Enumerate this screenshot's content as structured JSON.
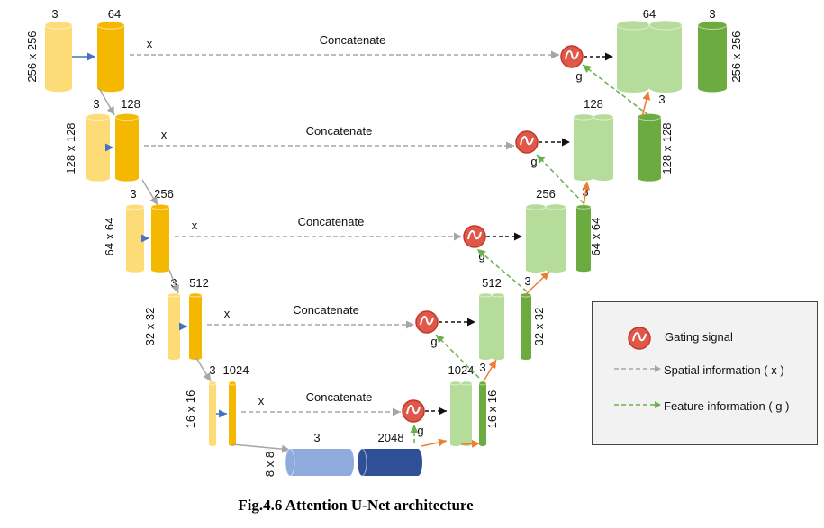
{
  "title": "Attention U-Net architecture",
  "caption": "Fig.4.6 Attention U-Net architecture",
  "levels": [
    {
      "size": "256 x 256",
      "in_ch": "3",
      "enc_ch": "64",
      "skip": "x",
      "concat": "Concatenate",
      "gate": "g",
      "dec_up_ch": "64",
      "dec_out_ch": "3"
    },
    {
      "size": "128 x 128",
      "in_ch": "3",
      "enc_ch": "128",
      "skip": "x",
      "concat": "Concatenate",
      "gate": "g",
      "dec_up_ch": "128",
      "dec_out_ch": "3"
    },
    {
      "size": "64 x 64",
      "in_ch": "3",
      "enc_ch": "256",
      "skip": "x",
      "concat": "Concatenate",
      "gate": "g",
      "dec_up_ch": "256",
      "dec_out_ch": "3"
    },
    {
      "size": "32 x 32",
      "in_ch": "3",
      "enc_ch": "512",
      "skip": "x",
      "concat": "Concatenate",
      "gate": "g",
      "dec_up_ch": "512",
      "dec_out_ch": "3"
    },
    {
      "size": "16 x 16",
      "in_ch": "3",
      "enc_ch": "1024",
      "skip": "x",
      "concat": "Concatenate",
      "gate": "g",
      "dec_up_ch": "1024",
      "dec_out_ch": "3"
    }
  ],
  "bottleneck": {
    "size": "8 x 8",
    "in_ch": "3",
    "out_ch": "2048"
  },
  "legend": {
    "gating": "Gating signal",
    "spatial": "Spatial information ( x )",
    "feature": "Feature information ( g )"
  },
  "colors": {
    "encoder_light": "#fddc78",
    "encoder_dark": "#f5b800",
    "decoder_light": "#b5dc9b",
    "decoder_dark": "#6bab40",
    "bottleneck_light": "#8faadc",
    "bottleneck_dark": "#2f4f96",
    "gate_fill": "#e0584a",
    "spatial_arrow": "#a6a6a6",
    "feature_arrow": "#6ab04c",
    "up_arrow": "#ed7d31"
  }
}
